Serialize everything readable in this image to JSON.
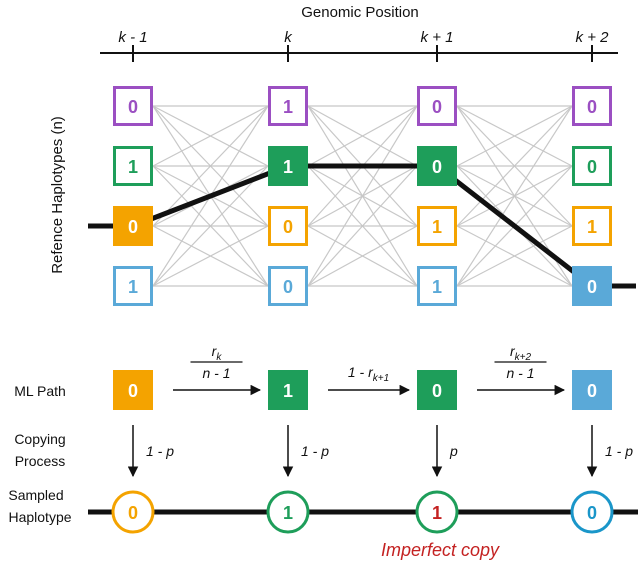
{
  "title": "Genomic Position",
  "y_axis_label": "Refence Haplotypes (n)",
  "positions": [
    "k - 1",
    "k",
    "k + 1",
    "k + 2"
  ],
  "colors": {
    "purple": "#9b4fc2",
    "green": "#1e9e5a",
    "orange": "#f4a300",
    "blue": "#5aa9d8",
    "grid": "#c8c8c8",
    "red": "#c42222",
    "black": "#111111"
  },
  "reference": {
    "columns": [
      {
        "cells": [
          {
            "value": "0",
            "color": "purple",
            "filled": false
          },
          {
            "value": "1",
            "color": "green",
            "filled": false
          },
          {
            "value": "0",
            "color": "orange",
            "filled": true
          },
          {
            "value": "1",
            "color": "blue",
            "filled": false
          }
        ]
      },
      {
        "cells": [
          {
            "value": "1",
            "color": "purple",
            "filled": false
          },
          {
            "value": "1",
            "color": "green",
            "filled": true
          },
          {
            "value": "0",
            "color": "orange",
            "filled": false
          },
          {
            "value": "0",
            "color": "blue",
            "filled": false
          }
        ]
      },
      {
        "cells": [
          {
            "value": "0",
            "color": "purple",
            "filled": false
          },
          {
            "value": "0",
            "color": "green",
            "filled": true
          },
          {
            "value": "1",
            "color": "orange",
            "filled": false
          },
          {
            "value": "1",
            "color": "blue",
            "filled": false
          }
        ]
      },
      {
        "cells": [
          {
            "value": "0",
            "color": "purple",
            "filled": false
          },
          {
            "value": "0",
            "color": "green",
            "filled": false
          },
          {
            "value": "1",
            "color": "orange",
            "filled": false
          },
          {
            "value": "0",
            "color": "blue",
            "filled": true
          }
        ]
      }
    ],
    "path_rows": [
      2,
      1,
      1,
      3
    ]
  },
  "ml_path": {
    "label": "ML Path",
    "cells": [
      {
        "value": "0",
        "color": "orange"
      },
      {
        "value": "1",
        "color": "green"
      },
      {
        "value": "0",
        "color": "green"
      },
      {
        "value": "0",
        "color": "blue"
      }
    ],
    "transitions": [
      {
        "type": "fraction",
        "num": "r",
        "num_sub": "k",
        "den": "n - 1"
      },
      {
        "type": "inline",
        "text": "1 - r",
        "sub": "k+1"
      },
      {
        "type": "fraction",
        "num": "r",
        "num_sub": "k+2",
        "den": "n - 1"
      }
    ]
  },
  "copying": {
    "label_line1": "Copying",
    "label_line2": "Process",
    "probs": [
      "1 - p",
      "1 - p",
      "p",
      "1 - p"
    ]
  },
  "sampled": {
    "label_line1": "Sampled",
    "label_line2": "Haplotype",
    "cells": [
      {
        "value": "0",
        "ring": "orange",
        "text": "orange"
      },
      {
        "value": "1",
        "ring": "green",
        "text": "green"
      },
      {
        "value": "1",
        "ring": "green",
        "text": "red"
      },
      {
        "value": "0",
        "ring": "blue2",
        "text": "blue2"
      }
    ],
    "note": "Imperfect copy"
  }
}
